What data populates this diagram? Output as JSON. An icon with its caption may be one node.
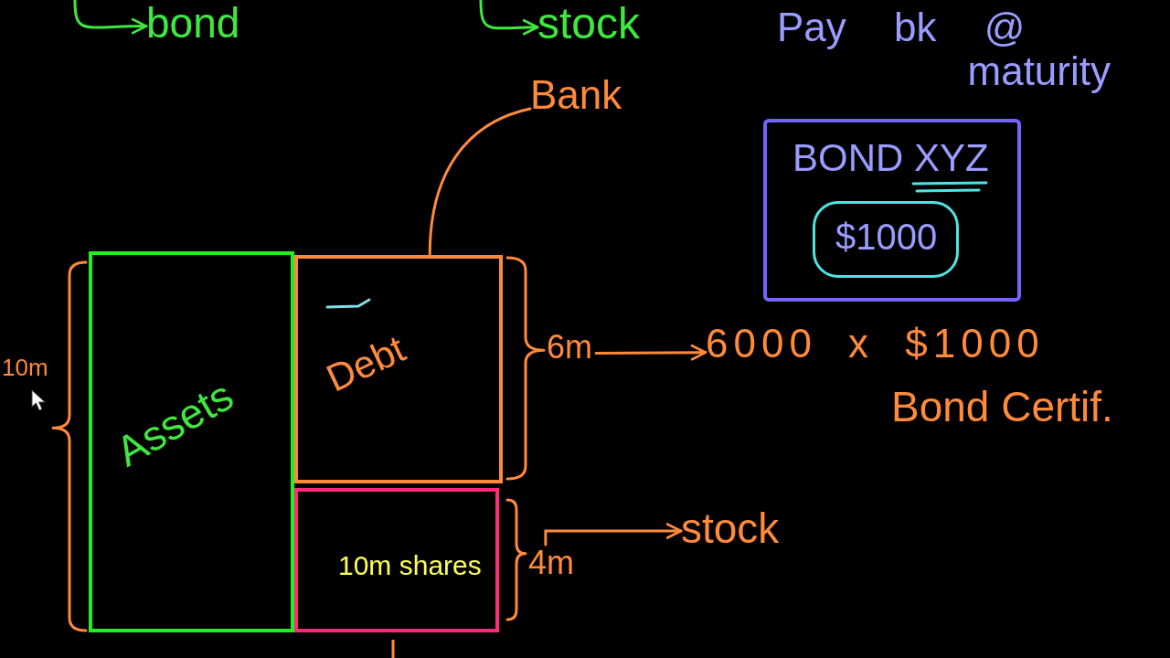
{
  "diagram": {
    "nodes": [
      {
        "text": [
          "bond"
        ]
      },
      {
        "text": [
          "stock"
        ]
      },
      {
        "text": [
          "Pay bk @ maturity"
        ]
      },
      {
        "text": [
          "Bank"
        ]
      },
      {
        "text": [
          "BOND XYZ"
        ]
      },
      {
        "text": [
          "$1000"
        ],
        "in": 4
      },
      {
        "text": [
          "Assets"
        ]
      },
      {
        "text": [
          "Debt"
        ]
      },
      {
        "text": [
          "6m"
        ]
      },
      {
        "text": [
          "6000 x $1000"
        ],
        "beside": [
          "Bond Certif."
        ]
      },
      {
        "text": [
          "10m shares"
        ]
      },
      {
        "text": [
          "4m"
        ]
      },
      {
        "text": [
          "stock"
        ]
      }
    ],
    "edges": [
      {
        "from": null,
        "to": 0,
        "arrow": "to",
        "color": "#3ee83e"
      },
      {
        "from": null,
        "to": 1,
        "arrow": "to",
        "color": "#3ee83e"
      },
      {
        "from": 7,
        "to": 3,
        "arrow": "none"
      },
      {
        "from": 8,
        "to": 9,
        "arrow": "to"
      },
      {
        "from": 11,
        "to": 12,
        "arrow": "to"
      }
    ],
    "labels": [
      "10m"
    ]
  }
}
